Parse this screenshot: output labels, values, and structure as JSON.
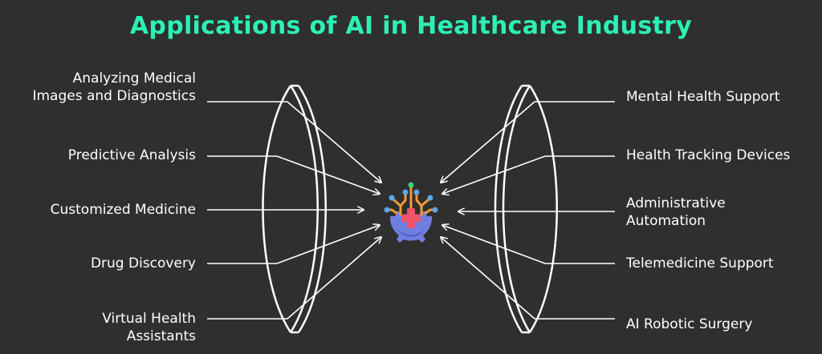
{
  "title": "Applications of AI in Healthcare Industry",
  "left_items": [
    {
      "line1": "Analyzing Medical",
      "line2": "Images and Diagnostics"
    },
    {
      "line1": "Predictive Analysis"
    },
    {
      "line1": "Customized Medicine"
    },
    {
      "line1": "Drug Discovery"
    },
    {
      "line1": "Virtual Health",
      "line2": "Assistants"
    }
  ],
  "right_items": [
    {
      "line1": "Mental Health Support"
    },
    {
      "line1": "Health Tracking Devices"
    },
    {
      "line1": "Administrative",
      "line2": "Automation"
    },
    {
      "line1": "Telemedicine Support"
    },
    {
      "line1": "AI Robotic Surgery"
    }
  ],
  "colors": {
    "background": "#2f2f2f",
    "title": "#2cf0b4",
    "lines": "#ffffff",
    "gear": "#6f7fe0",
    "cross": "#f0536a",
    "nodes_orange": "#f29a3a",
    "nodes_blue": "#5aa7ea",
    "node_green": "#38d27a"
  },
  "center_icon": "ai-healthcare-gear-icon"
}
